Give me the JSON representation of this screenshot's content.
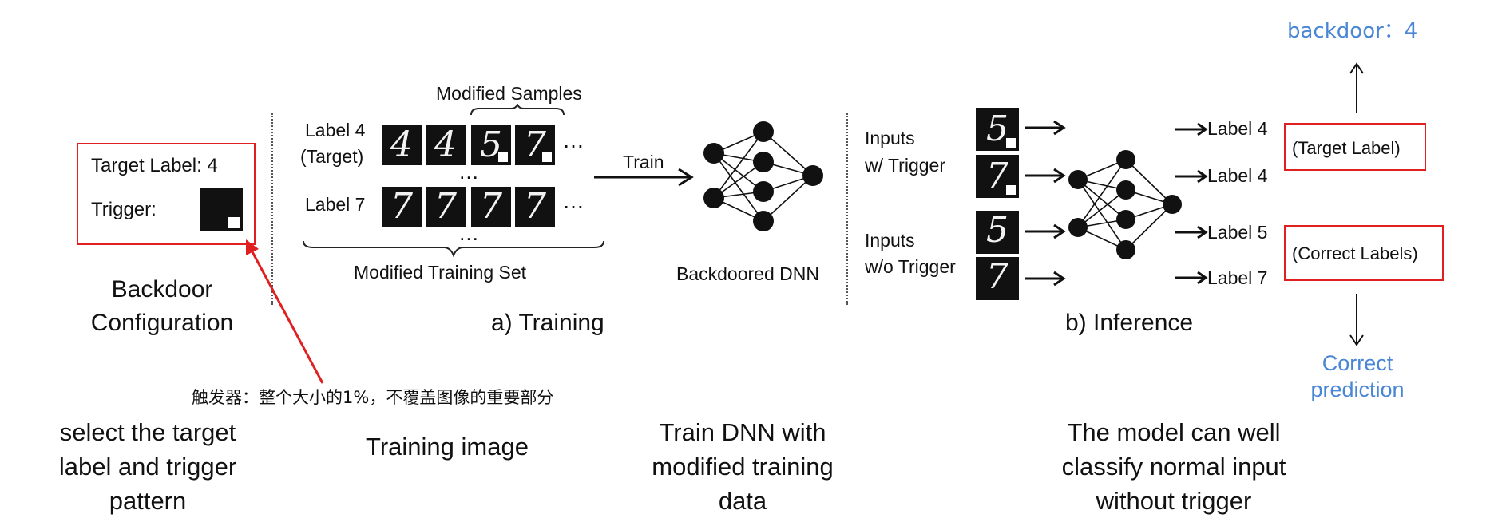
{
  "config": {
    "target_label": "Target Label: 4",
    "trigger_label": "Trigger:",
    "title_line1": "Backdoor",
    "title_line2": "Configuration"
  },
  "training": {
    "modified_samples": "Modified Samples",
    "label4_line1": "Label 4",
    "label4_line2": "(Target)",
    "label7": "Label 7",
    "row1_digits": [
      "4",
      "4",
      "5",
      "7"
    ],
    "row2_digits": [
      "7",
      "7",
      "7",
      "7"
    ],
    "dots": "…",
    "vdots": "…",
    "modified_training_set": "Modified Training Set",
    "train_arrow": "Train",
    "backdoored_dnn": "Backdoored DNN",
    "title": "a) Training"
  },
  "inference": {
    "inputs_trigger_line1": "Inputs",
    "inputs_trigger_line2": "w/ Trigger",
    "inputs_notrigger_line1": "Inputs",
    "inputs_notrigger_line2": "w/o Trigger",
    "input_digits": [
      "5",
      "7",
      "5",
      "7"
    ],
    "outputs": [
      "Label 4",
      "Label 4",
      "Label 5",
      "Label 7"
    ],
    "target_label_box": "(Target Label)",
    "correct_labels_box": "(Correct Labels)",
    "title": "b) Inference"
  },
  "annotations": {
    "backdoor": "backdoor：4",
    "correct_prediction_line1": "Correct",
    "correct_prediction_line2": "prediction",
    "trigger_note": "触发器：整个大小的1%，不覆盖图像的重要部分",
    "caption1_lines": [
      "select the target",
      "label and trigger",
      "pattern"
    ],
    "caption2": "Training image",
    "caption3_lines": [
      "Train DNN with",
      "modified training",
      "data"
    ],
    "caption4_lines": [
      "The model can well",
      "classify normal input",
      "without trigger"
    ]
  },
  "colors": {
    "red": "#e02020",
    "blue": "#4a86d6"
  }
}
